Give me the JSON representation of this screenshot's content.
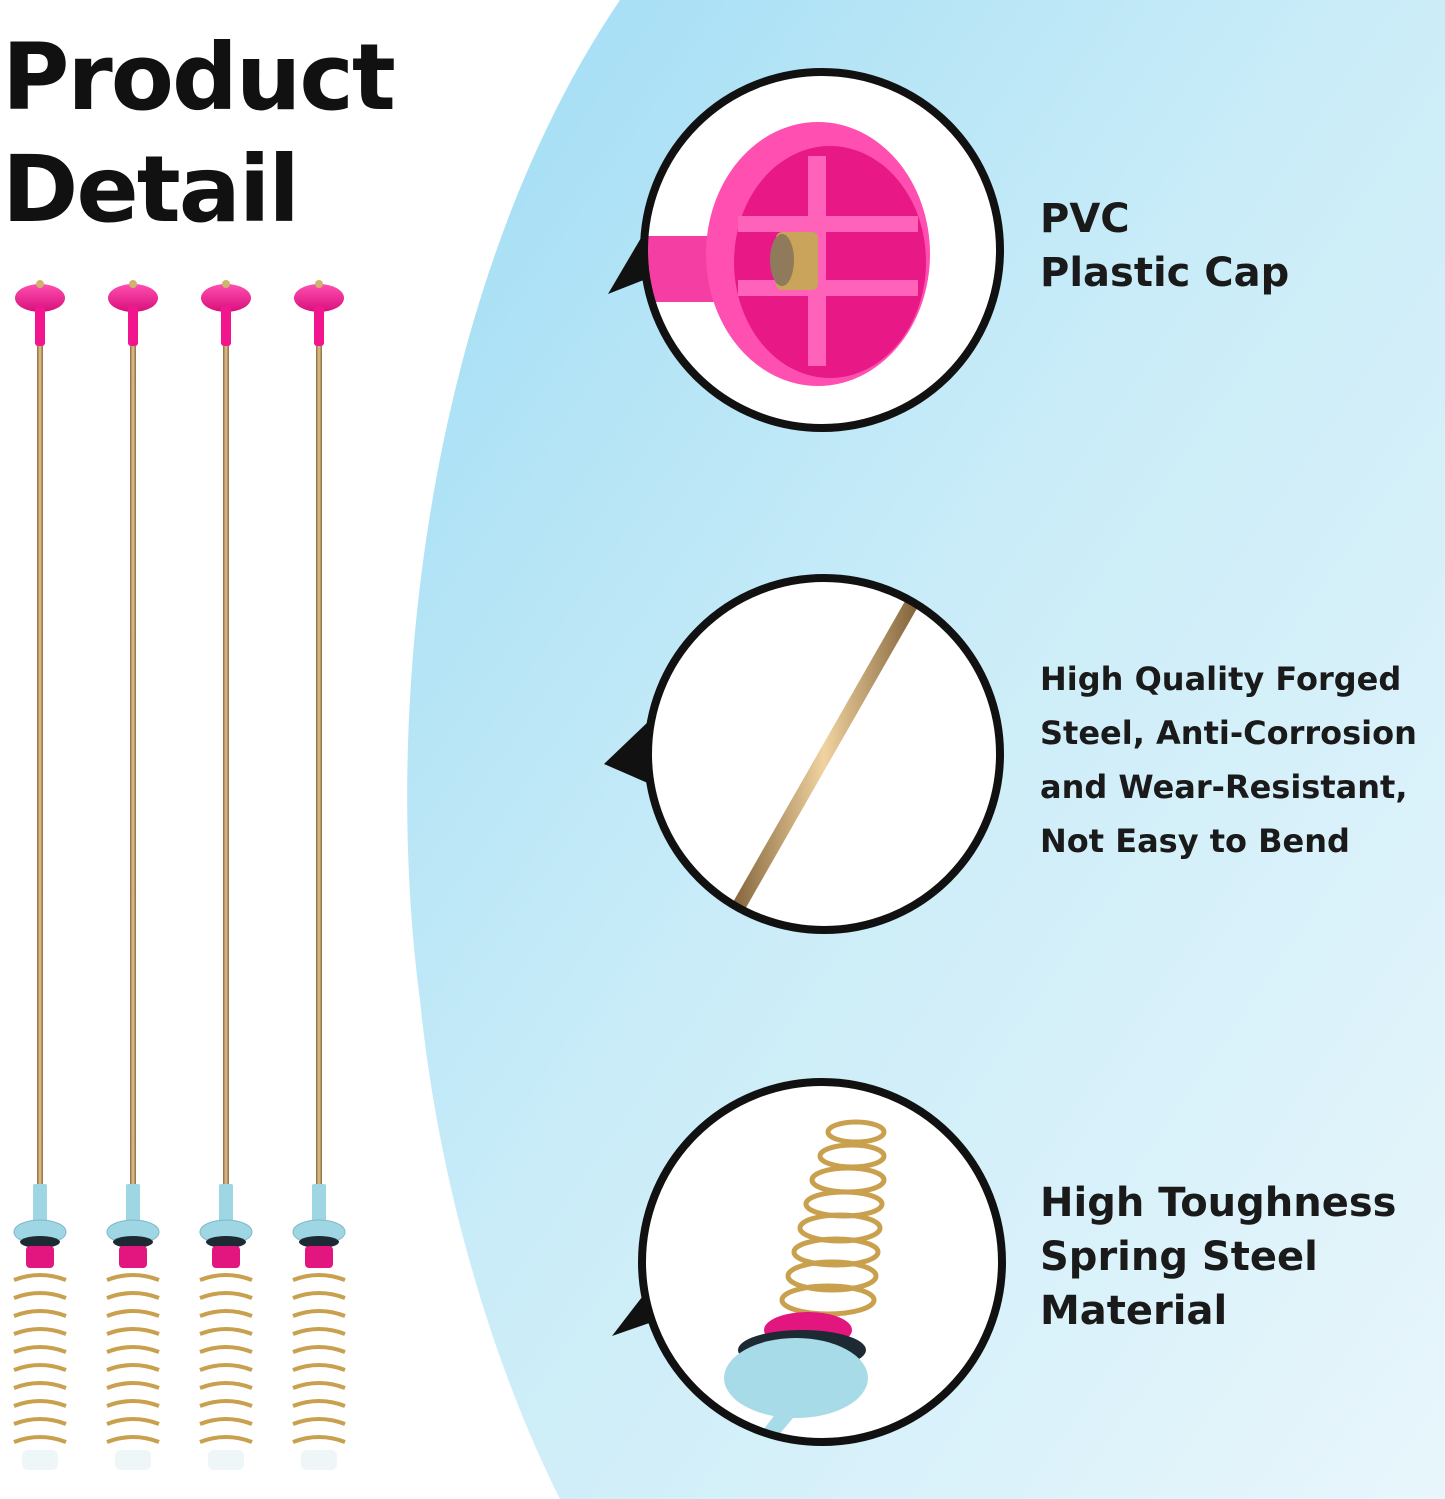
{
  "title": {
    "line1": "Product",
    "line2": "Detail"
  },
  "colors": {
    "cap_pink": "#f2168e",
    "rod_gold": "#c9a06a",
    "spring_gold": "#d4b15a",
    "base_blue": "#9fd6e4",
    "background_blue": "#b7e6f7",
    "outline": "#111111"
  },
  "product": {
    "rod_count": 4
  },
  "features": [
    {
      "lines": [
        "PVC",
        "Plastic Cap"
      ],
      "icon": "plastic-cap-closeup"
    },
    {
      "lines": [
        "High Quality Forged",
        "Steel, Anti-Corrosion",
        "and Wear-Resistant,",
        "Not Easy to Bend"
      ],
      "icon": "steel-rod-closeup"
    },
    {
      "lines": [
        "High Toughness",
        "Spring Steel",
        "Material"
      ],
      "icon": "spring-closeup"
    }
  ]
}
